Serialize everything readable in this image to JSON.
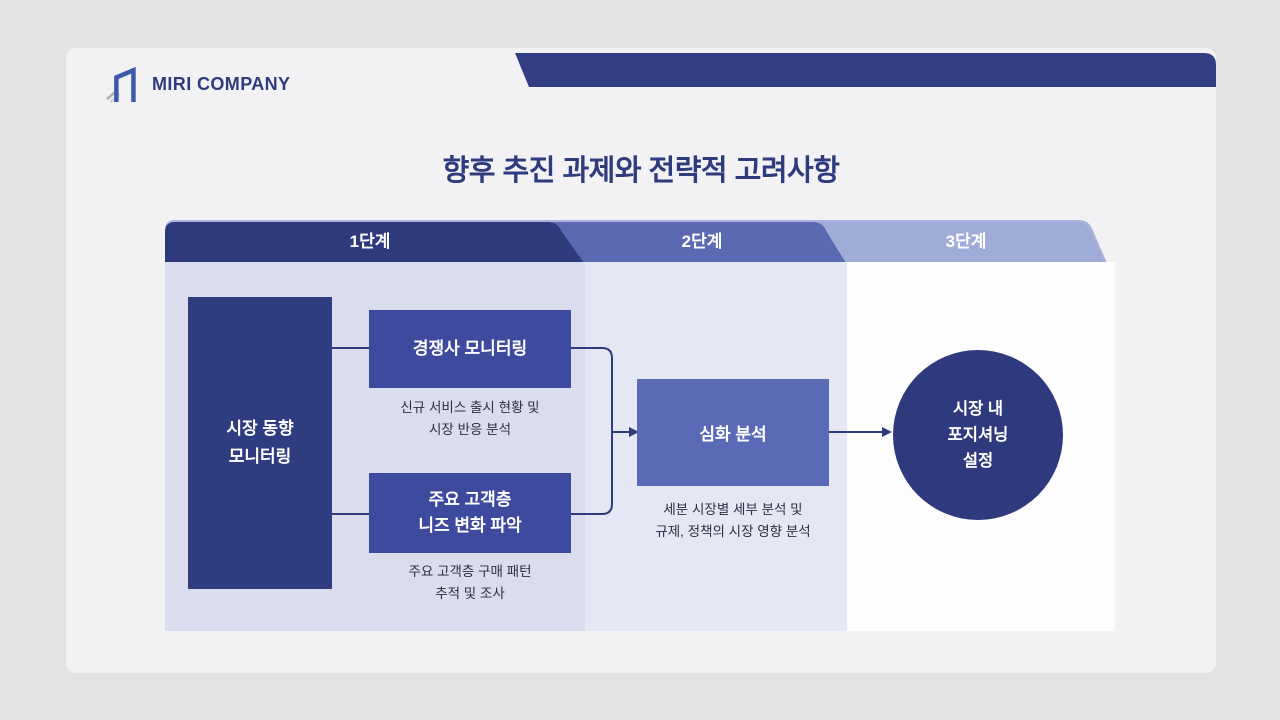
{
  "logo": {
    "company": "MIRI COMPANY"
  },
  "title": "향후 추진 과제와 전략적 고려사항",
  "phases": [
    {
      "label": "1단계"
    },
    {
      "label": "2단계"
    },
    {
      "label": "3단계"
    }
  ],
  "diagram": {
    "main_box": {
      "line1": "시장 동향",
      "line2": "모니터링"
    },
    "competitor": {
      "title": "경쟁사 모니터링",
      "desc1": "신규 서비스 출시 현황 및",
      "desc2": "시장 반응 분석"
    },
    "customer": {
      "title1": "주요 고객층",
      "title2": "니즈 변화 파악",
      "desc1": "주요 고객층 구매 패턴",
      "desc2": "추적 및 조사"
    },
    "analysis": {
      "title": "심화 분석",
      "desc1": "세분 시장별 세부 분석 및",
      "desc2": "규제, 정책의 시장 영향 분석"
    },
    "goal": {
      "line1": "시장 내",
      "line2": "포지셔닝",
      "line3": "설정"
    }
  },
  "colors": {
    "background": "#e3e3e5",
    "card": "#f2f2f4",
    "navy": "#2e3b7c",
    "header_band": "#333d82",
    "tab1": "#2f3a7d",
    "tab2": "#5b69b2",
    "tab3": "#a0acd8",
    "panel1": "#dadded",
    "panel2": "#e5e8f4",
    "panel3": "#fdfdfe",
    "box_main": "#2f3c80",
    "box_sub": "#3d4a9d",
    "box_analysis": "#5b6ab6",
    "connector": "#2e3b7c"
  }
}
